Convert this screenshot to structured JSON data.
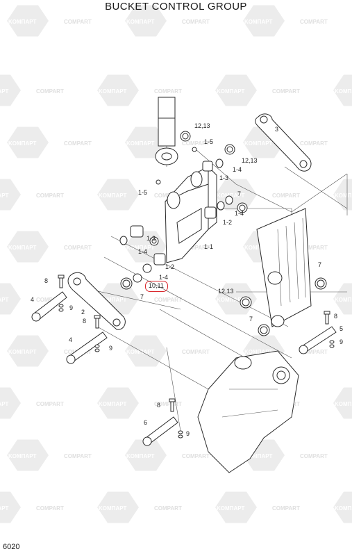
{
  "title": "BUCKET CONTROL GROUP",
  "page_number": "6020",
  "watermark": {
    "text_a": "KOMΠAPT",
    "text_b": "COMPART",
    "color": "#dcdcdc"
  },
  "highlight_color": "#d9262b",
  "callouts": [
    "12,13",
    "3",
    "1-5",
    "12,13",
    "1-4",
    "1-3",
    "1-5",
    "7",
    "1-4",
    "1-2",
    "1-3",
    "1-4",
    "1-1",
    "1-2",
    "1-4",
    "7",
    "8",
    "10,11",
    "4",
    "9",
    "2",
    "8",
    "12,13",
    "7",
    "7",
    "8",
    "5",
    "9",
    "4",
    "9",
    "8",
    "6",
    "9"
  ]
}
